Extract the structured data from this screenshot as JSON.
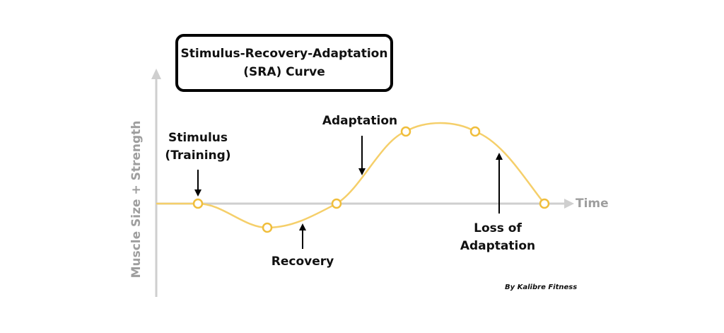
{
  "title": {
    "line1": "Stimulus-Recovery-Adaptation",
    "line2": "(SRA) Curve"
  },
  "axes": {
    "x_label": "Time",
    "y_label": "Muscle Size + Strength"
  },
  "annotations": {
    "stimulus_line1": "Stimulus",
    "stimulus_line2": "(Training)",
    "recovery": "Recovery",
    "adaptation": "Adaptation",
    "loss_line1": "Loss of",
    "loss_line2": "Adaptation"
  },
  "credit": "By Kalibre Fitness",
  "colors": {
    "curve": "#f5cf6a",
    "marker": "#f0be3c",
    "axis": "#cfcfcf",
    "arrow": "#000000",
    "text": "#111111"
  }
}
